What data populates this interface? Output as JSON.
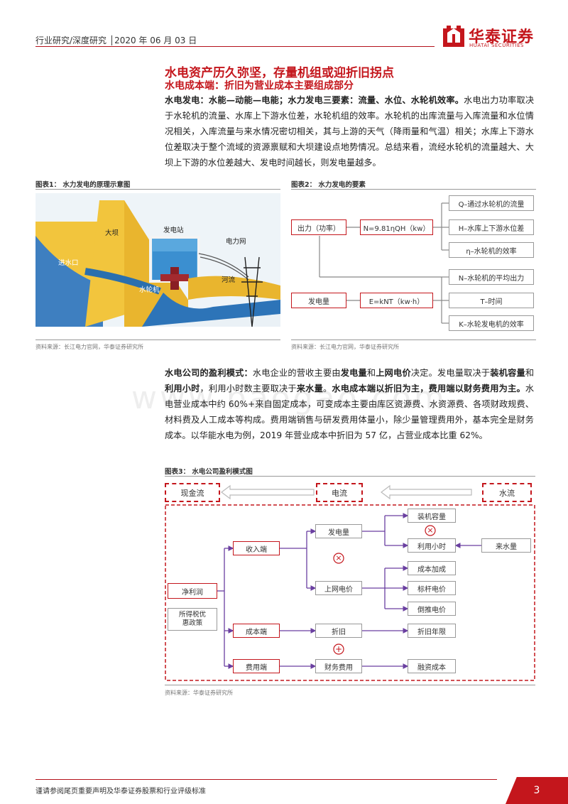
{
  "header": {
    "text": "行业研究/深度研究 │2020 年 06 月 03 日"
  },
  "logo": {
    "cn": "华泰证券",
    "en": "HUATAI SECURITIES"
  },
  "title": "水电资产历久弥坚，存量机组或迎折旧拐点",
  "subtitle": "水电成本端：折旧为营业成本主要组成部分",
  "para1": {
    "bold": "水电发电：水能—动能—电能；水力发电三要素：流量、水位、水轮机效率。",
    "rest": "水电出力功率取决于水轮机的流量、水库上下游水位差，水轮机组的效率。水轮机的出库流量与入库流量和水位情况相关，入库流量与来水情况密切相关，其与上游的天气（降雨量和气温）相关；水库上下游水位差取决于整个流域的资源禀赋和大坝建设点地势情况。总结来看，流经水轮机的流量越大、大坝上下游的水位差越大、发电时间越长，则发电量越多。"
  },
  "fig1": {
    "title": "图表1：  水力发电的原理示意图",
    "source": "资料来源：长江电力官网，华泰证券研究所",
    "labels": {
      "dam": "大坝",
      "station": "发电站",
      "grid": "电力网",
      "intake": "进水口",
      "turbine": "水轮机",
      "river": "河流"
    }
  },
  "fig2": {
    "title": "图表2：  水力发电的要素",
    "source": "资料来源：长江电力官网，华泰证券研究所",
    "power": "出力（功率）",
    "power_formula": "N=9.81ηQH（kw）",
    "q": "Q–通过水轮机的流量",
    "h": "H–水库上下游水位差",
    "eta": "η–水轮机的效率",
    "energy": "发电量",
    "energy_formula": "E=kNT（kw·h）",
    "n": "N–水轮机的平均出力",
    "t": "T–时间",
    "k": "K–水轮发电机的效率"
  },
  "para2": {
    "s1_b": "水电公司的盈利模式：",
    "s2": "水电企业的营收主要由",
    "s3_b": "发电量",
    "s4": "和",
    "s5_b": "上网电价",
    "s6": "决定。发电量取决于",
    "s7_b": "装机容量",
    "s8": "和",
    "s9_b": "利用小时",
    "s10": "，利用小时数主要取决于",
    "s11_b": "来水量",
    "s12": "。",
    "s13_b": "水电成本端以折旧为主，费用端以财务费用为主。",
    "s14": "水电营业成本中约 60%+来自固定成本，可变成本主要由库区资源费、水资源费、各项财政规费、材料费及人工成本等构成。费用端销售与研发费用体量小，除少量管理费用外，基本完全是财务成本。以华能水电为例，2019 年营业成本中折旧为 57 亿，占营业成本比重 62%。"
  },
  "watermark": "www.baogao.com",
  "fig3": {
    "title": "图表3：  水电公司盈利模式图",
    "source": "资料来源：华泰证券研究所",
    "cashflow": "现金流",
    "power_flow": "电流",
    "water_flow": "水流",
    "net_profit": "净利润",
    "tax": "所得税优\n惠政策",
    "revenue": "收入端",
    "cost": "成本端",
    "expense": "费用端",
    "generation": "发电量",
    "price": "上网电价",
    "depreciation": "折旧",
    "finance_fee": "财务费用",
    "capacity": "装机容量",
    "hours": "利用小时",
    "water": "来水量",
    "cost_plus": "成本加成",
    "benchmark": "标杆电价",
    "backcalc": "倒推电价",
    "dep_years": "折旧年限",
    "finance_cost": "融资成本",
    "times": "×",
    "plus": "+"
  },
  "footer": {
    "text": "谨请参阅尾页重要声明及华泰证券股票和行业评级标准",
    "page": "3"
  }
}
